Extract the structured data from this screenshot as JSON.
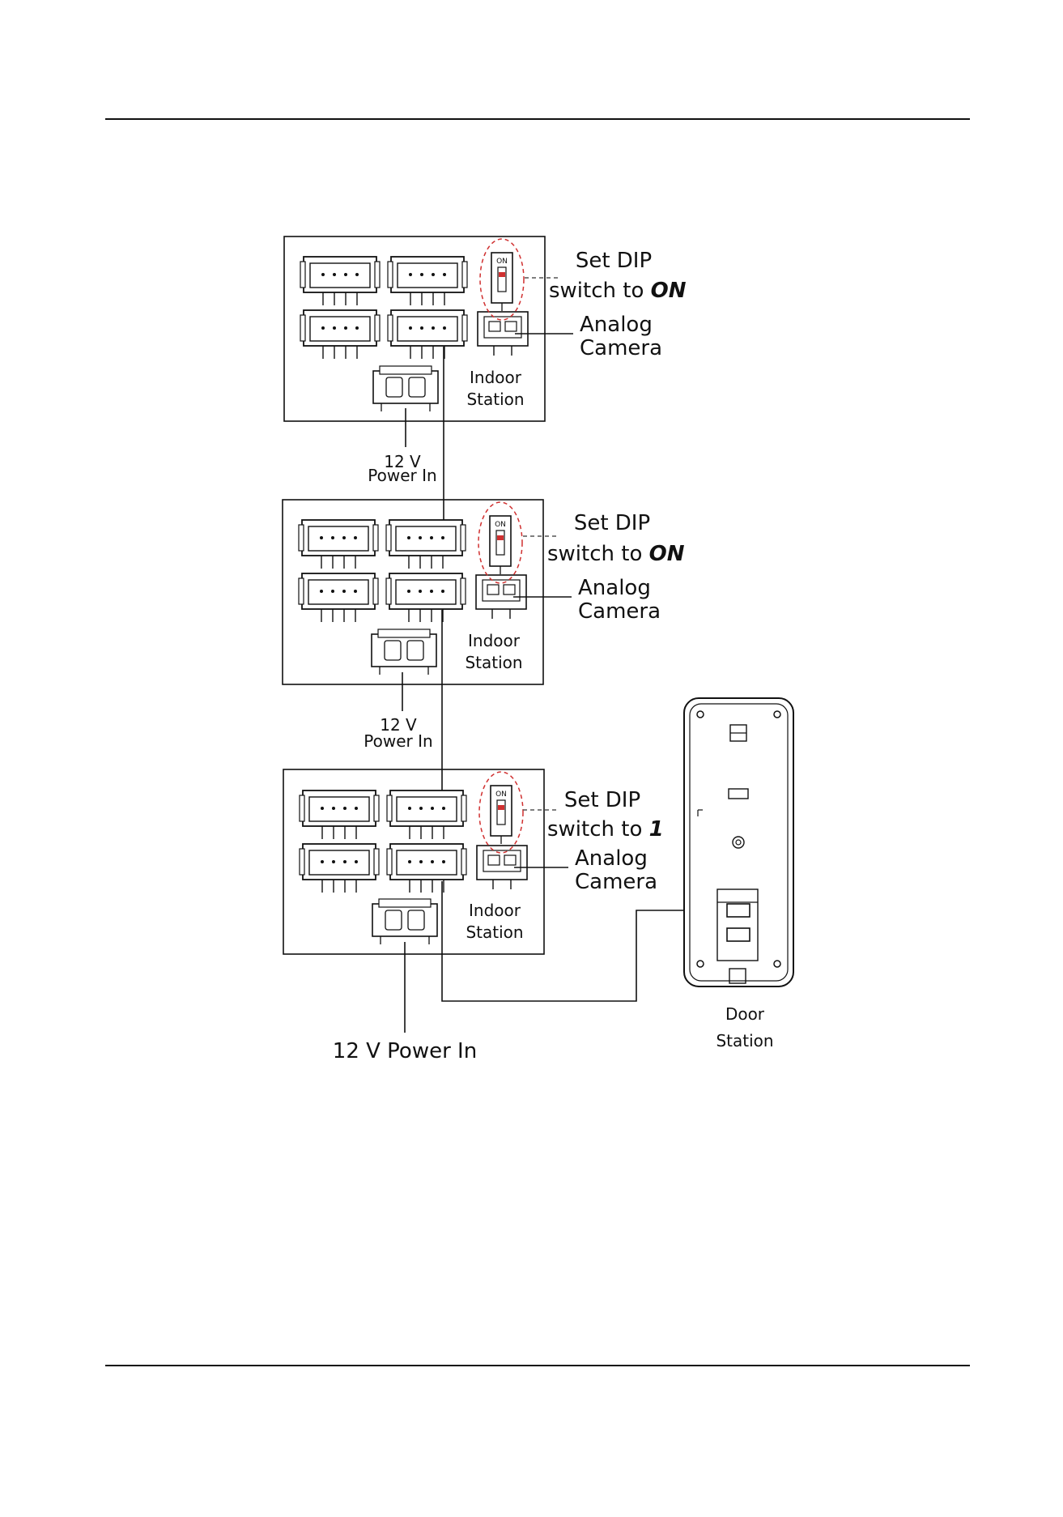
{
  "modules": [
    {
      "dip_label_line1": "Set DIP",
      "dip_label_prefix": "switch to",
      "dip_label_value": "ON",
      "camera_label_line1": "Analog",
      "camera_label_line2": "Camera",
      "indoor_label_line1": "Indoor",
      "indoor_label_line2": "Station",
      "dip_switch_text": "ON"
    },
    {
      "dip_label_line1": "Set DIP",
      "dip_label_prefix": "switch to",
      "dip_label_value": "ON",
      "camera_label_line1": "Analog",
      "camera_label_line2": "Camera",
      "indoor_label_line1": "Indoor",
      "indoor_label_line2": "Station",
      "dip_switch_text": "ON"
    },
    {
      "dip_label_line1": "Set DIP",
      "dip_label_prefix": "switch to",
      "dip_label_value": "1",
      "camera_label_line1": "Analog",
      "camera_label_line2": "Camera",
      "indoor_label_line1": "Indoor",
      "indoor_label_line2": "Station",
      "dip_switch_text": "ON"
    }
  ],
  "power_labels": [
    {
      "line1": "12 V",
      "line2": "Power In"
    },
    {
      "line1": "12 V",
      "line2": "Power In"
    }
  ],
  "final_power_label": "12 V Power In",
  "door_station": {
    "line1": "Door",
    "line2": "Station"
  },
  "colors": {
    "line": "#111111",
    "dip_circle": "#d03030"
  }
}
